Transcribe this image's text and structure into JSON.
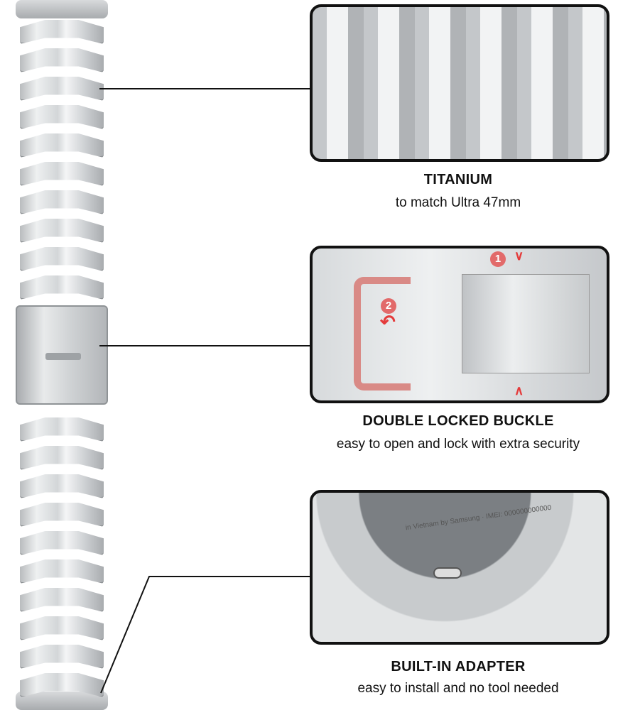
{
  "features": [
    {
      "title": "TITANIUM",
      "subtitle": "to match Ultra 47mm"
    },
    {
      "title": "DOUBLE LOCKED BUCKLE",
      "subtitle": "easy to open and lock with extra security",
      "step_labels": [
        "1",
        "2"
      ]
    },
    {
      "title": "BUILT-IN ADAPTER",
      "subtitle": "easy to install and no tool needed",
      "engraving": "in Vietnam by Samsung · IMEI: 000000000000"
    }
  ],
  "colors": {
    "accent": "#e43b3b",
    "frame": "#111111"
  }
}
